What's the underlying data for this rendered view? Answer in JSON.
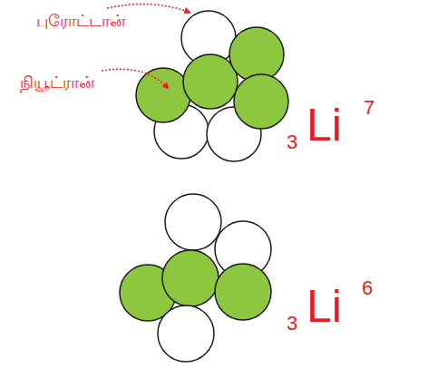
{
  "diagram": {
    "labels": [
      "புரோட்டான்",
      "நியூட்ரான்",
      "3",
      "Li",
      "7",
      "3",
      "Li",
      "6"
    ]
  }
}
